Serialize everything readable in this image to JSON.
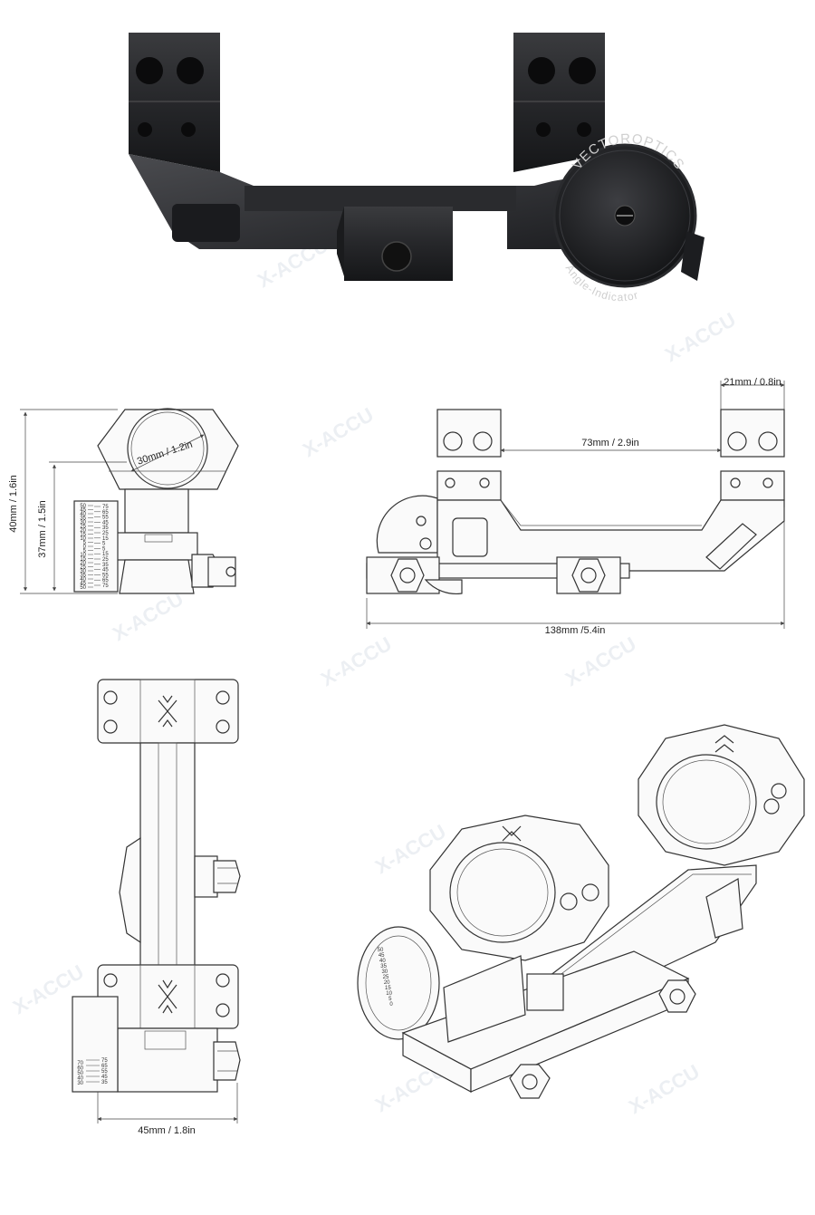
{
  "product": {
    "brand": "VECTOROPTICS",
    "dial_label": "Angle-Indicator"
  },
  "watermark": {
    "text": "X-ACCU"
  },
  "dimensions": {
    "height_total": "40mm / 1.6in",
    "height_center": "37mm / 1.5in",
    "ring_diameter": "30mm / 1.2in",
    "ring_width": "21mm / 0.8in",
    "ring_spacing": "73mm / 2.9in",
    "total_length": "138mm /5.4in",
    "base_width": "45mm / 1.8in"
  },
  "scale": {
    "side_left": [
      "50",
      "45",
      "40",
      "35",
      "30",
      "25",
      "20",
      "15",
      "10",
      "5",
      "0",
      "5",
      "10",
      "15",
      "20",
      "25",
      "30",
      "35",
      "40",
      "45",
      "50"
    ],
    "side_right": [
      "75",
      "65",
      "55",
      "45",
      "35",
      "25",
      "15",
      "5",
      "5",
      "15",
      "25",
      "35",
      "45",
      "55",
      "65",
      "75"
    ],
    "bottom_left": [
      "70",
      "60",
      "50",
      "40",
      "30"
    ],
    "bottom_right": [
      "75",
      "65",
      "55",
      "45",
      "35"
    ]
  }
}
